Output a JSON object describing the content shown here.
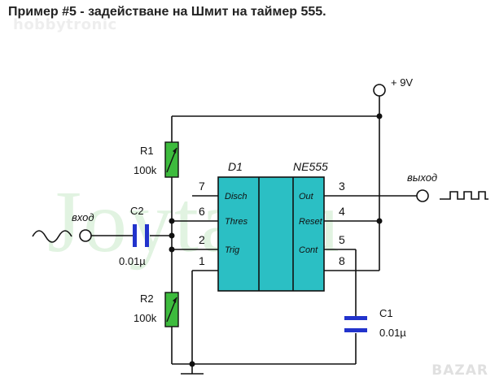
{
  "title": "Пример #5 - задействане на Шмит на таймер 555.",
  "watermark_small": "hobbytronic",
  "watermark_big": "Joyta.ru",
  "logo": "BAZAR",
  "supply": {
    "label": "+ 9V"
  },
  "chip": {
    "designator": "D1",
    "part": "NE555",
    "color": "#2bbfc4",
    "pins_left": [
      {
        "num": "7",
        "name": "Disch"
      },
      {
        "num": "6",
        "name": "Thres"
      },
      {
        "num": "2",
        "name": "Trig"
      },
      {
        "num": "1",
        "name": ""
      }
    ],
    "pins_right": [
      {
        "num": "3",
        "name": "Out"
      },
      {
        "num": "4",
        "name": "Reset"
      },
      {
        "num": "5",
        "name": "Cont"
      },
      {
        "num": "8",
        "name": ""
      }
    ]
  },
  "resistors": [
    {
      "ref": "R1",
      "value": "100k",
      "color": "#3dbb3d"
    },
    {
      "ref": "R2",
      "value": "100k",
      "color": "#3dbb3d"
    }
  ],
  "capacitors": [
    {
      "ref": "C2",
      "value": "0.01µ",
      "color": "#2233cc"
    },
    {
      "ref": "C1",
      "value": "0.01µ",
      "color": "#2233cc"
    }
  ],
  "input": {
    "label": "вход"
  },
  "output": {
    "label": "выход"
  }
}
